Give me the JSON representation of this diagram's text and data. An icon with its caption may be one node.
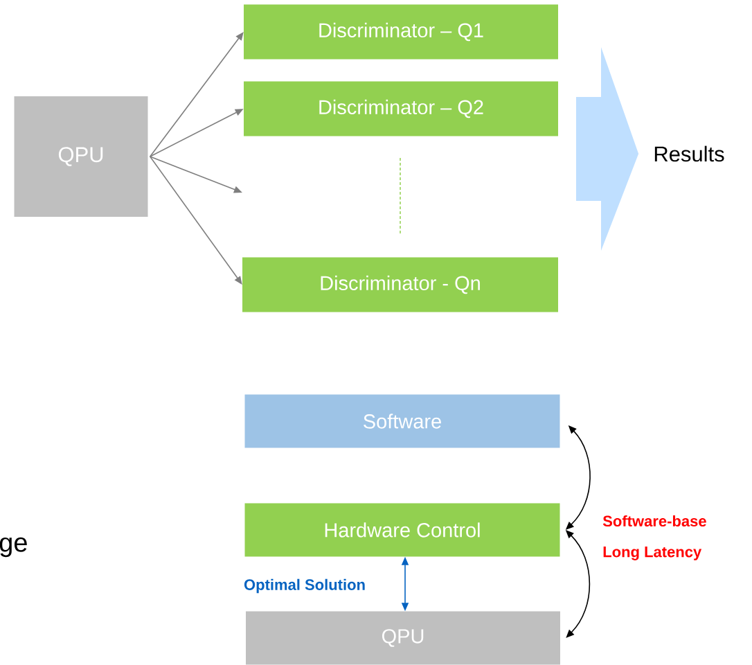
{
  "diagram": {
    "nodes": [
      {
        "text": [
          "QPU"
        ]
      },
      {
        "text": [
          "Discriminator – Q1"
        ]
      },
      {
        "text": [
          "Discriminator – Q2"
        ]
      },
      {
        "text": [
          "Discriminator - Qn"
        ]
      },
      {
        "text": [
          "Results"
        ]
      },
      {
        "text": [
          "Software"
        ]
      },
      {
        "text": [
          "Hardware Control"
        ]
      },
      {
        "text": [
          "QPU"
        ]
      }
    ],
    "edges": [
      {
        "from": 0,
        "to": 1,
        "arrow": "to"
      },
      {
        "from": 0,
        "to": 2,
        "arrow": "to"
      },
      {
        "from": 0,
        "to": null,
        "arrow": "to"
      },
      {
        "from": 0,
        "to": 3,
        "arrow": "to"
      },
      {
        "from": null,
        "to": 4,
        "arrow": "to",
        "style": "thick",
        "color": "#bfdfff"
      },
      {
        "from": 6,
        "to": 7,
        "arrow": "both",
        "label": "Optimal Solution",
        "color": "#0563c1"
      },
      {
        "from": 5,
        "to": 6,
        "arrow": "both",
        "color": "#000000"
      },
      {
        "from": 6,
        "to": 7,
        "arrow": "both",
        "color": "#000000"
      }
    ],
    "labels": [
      "Software-base",
      "Long Latency",
      "ge"
    ]
  }
}
